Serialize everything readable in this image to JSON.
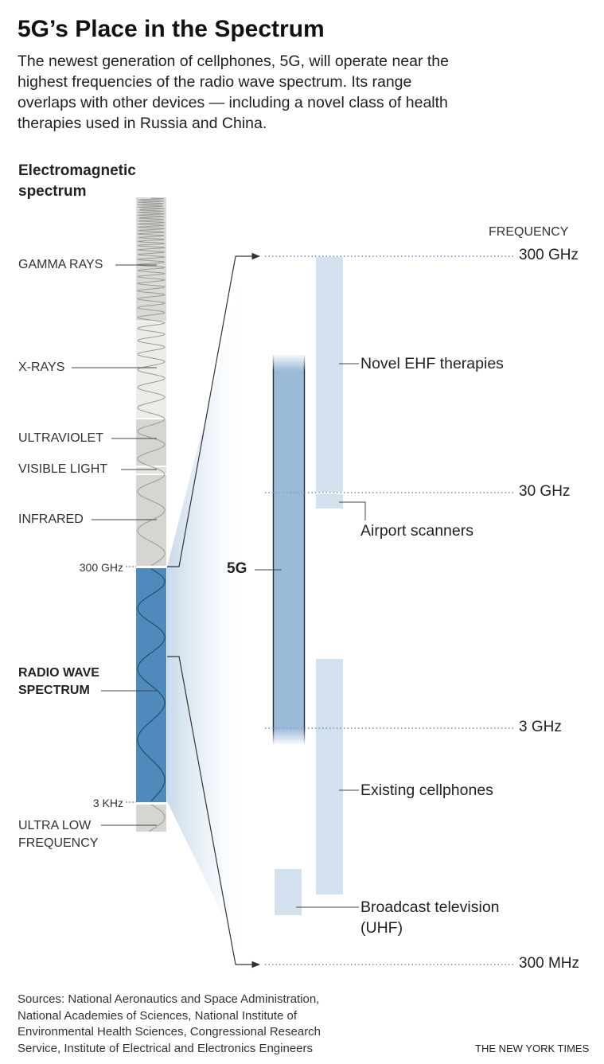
{
  "header": {
    "title": "5G’s Place in the Spectrum",
    "subtitle_lines": [
      "The newest generation of cellphones, 5G, will operate near the",
      "highest frequencies of the radio wave spectrum. Its range",
      "overlaps with other devices — including a novel class of health",
      "therapies used in Russia and China."
    ]
  },
  "em_spectrum": {
    "label_lines": [
      "Electromagnetic",
      "spectrum"
    ],
    "bands": [
      {
        "name": "GAMMA RAYS",
        "color": "#d9d9d6"
      },
      {
        "name": "X-RAYS",
        "color": "#ecece8"
      },
      {
        "name": "ULTRAVIOLET",
        "color": "#d5d5d1"
      },
      {
        "name": "VISIBLE LIGHT",
        "color": "#e3e3df"
      },
      {
        "name": "INFRARED",
        "color": "#d5d5d1"
      },
      {
        "name_lines": [
          "RADIO WAVE",
          "SPECTRUM"
        ],
        "color": "#4f8abd"
      },
      {
        "name_lines": [
          "ULTRA LOW",
          "FREQUENCY"
        ],
        "color": "#d5d5d1"
      }
    ],
    "boundary_300ghz": "300 GHz",
    "boundary_3khz": "3 KHz"
  },
  "radio_detail": {
    "frequency_header": "FREQUENCY",
    "ticks": [
      "300 GHz",
      "30 GHz",
      "3 GHz",
      "300 MHz"
    ],
    "five_g_label": "5G",
    "five_g_color": "#9bbad8",
    "device_color": "#d3e0ee",
    "devices": {
      "ehf": {
        "label": "Novel EHF therapies"
      },
      "airport": {
        "label": "Airport scanners"
      },
      "cellphones": {
        "label": "Existing cellphones"
      },
      "tv": {
        "label_lines": [
          "Broadcast television",
          "(UHF)"
        ]
      }
    }
  },
  "footer": {
    "sources_lines": [
      "Sources: National Aeronautics and Space Administration,",
      "National Academies of Sciences, National Institute of",
      "Environmental Health Sciences, Congressional Research",
      "Service, Institute of Electrical and Electronics Engineers"
    ],
    "credit": "THE NEW YORK TIMES"
  }
}
